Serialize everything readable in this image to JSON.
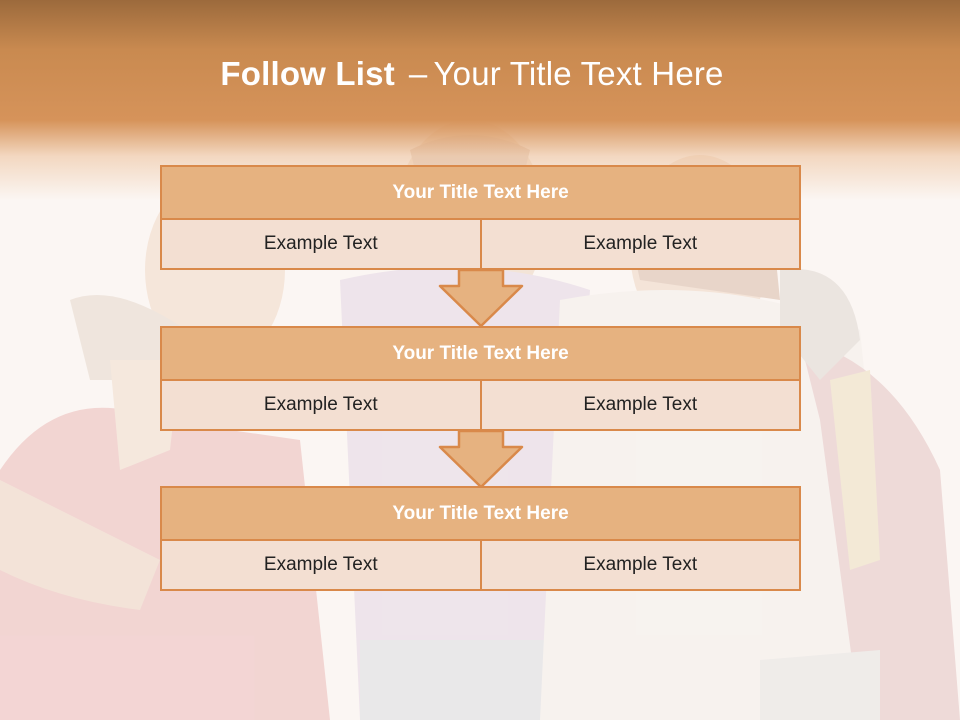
{
  "slide": {
    "title_bold": "Follow List",
    "title_dash": "–",
    "title_rest": "Your Title Text Here"
  },
  "blocks": [
    {
      "header": "Your Title Text Here",
      "left": "Example Text",
      "right": "Example Text"
    },
    {
      "header": "Your Title Text Here",
      "left": "Example Text",
      "right": "Example Text"
    },
    {
      "header": "Your Title Text Here",
      "left": "Example Text",
      "right": "Example Text"
    }
  ],
  "colors": {
    "accent": "#d9894a",
    "header_fill": "#e6b280",
    "cell_fill": "#f3dfd2",
    "title_band": "#c98a50"
  },
  "icons": [
    "down-arrow-icon"
  ]
}
